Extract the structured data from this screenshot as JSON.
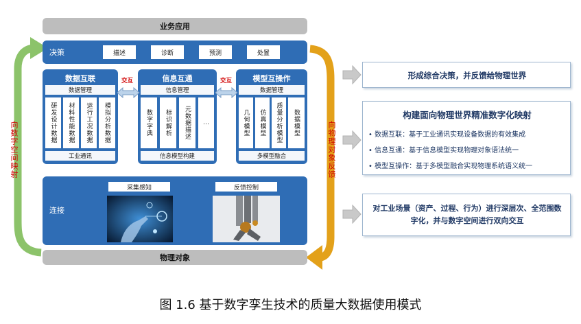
{
  "top_bar": "业务应用",
  "bottom_bar": "物理对象",
  "decision": {
    "label": "决策",
    "buttons": [
      "描述",
      "诊断",
      "预测",
      "处置"
    ]
  },
  "modules": [
    {
      "title": "数据互联",
      "sub": "数据管理",
      "cells": [
        "研发设计数据",
        "材料性能数据",
        "运行工况数据",
        "模拟分析数据"
      ],
      "footer": "工业通讯"
    },
    {
      "title": "信息互通",
      "sub": "信息管理",
      "cells": [
        "数字字典",
        "标识解析",
        "元数据描述",
        "…"
      ],
      "footer": "信息模型构建"
    },
    {
      "title": "模型互操作",
      "sub": "数据管理",
      "cells": [
        "几何模型",
        "仿真模型",
        "质量分析模型",
        "数据模型"
      ],
      "footer": "多模型融合"
    }
  ],
  "exchange_label": "交互",
  "connect": {
    "label": "连接",
    "sense": "采集感知",
    "feedback": "反馈控制"
  },
  "left_arrow_text": "向数字空间映射",
  "right_arrow_text": "向物理对象反馈",
  "right_boxes": {
    "top": "形成综合决策，并反馈给物理世界",
    "middle_title": "构建面向物理世界精准数字化映射",
    "middle_items": [
      "数据互联：基于工业通讯实现设备数据的有效集成",
      "信息互通：基于信息模型实现物理对象语法统一",
      "模型互操作：基于多模型融合实现物理系统语义统一"
    ],
    "bottom": "对工业场景（资产、过程、行为）进行深层次、全范围数字化，并与数字空间进行双向交互"
  },
  "caption": "图 1.6 基于数字孪生技术的质量大数据使用模式",
  "colors": {
    "panel_blue": "#2f6db5",
    "grey_bar": "#bdbdbd",
    "left_arrow": "#8cc36a",
    "right_arrow": "#e3a11a",
    "exchange_red": "#d00000"
  }
}
